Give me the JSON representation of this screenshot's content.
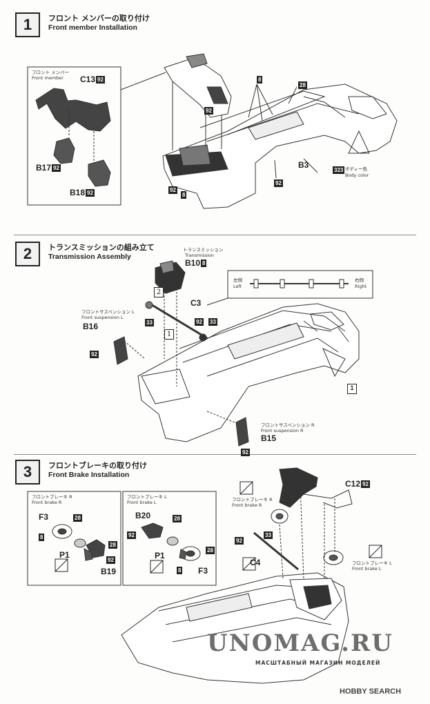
{
  "steps": [
    {
      "number": "1",
      "title_jp": "フロント メンバーの取り付け",
      "title_en": "Front member Installation"
    },
    {
      "number": "2",
      "title_jp": "トランスミッションの組み立て",
      "title_en": "Transmission Assembly"
    },
    {
      "number": "3",
      "title_jp": "フロントブレーキの取り付け",
      "title_en": "Front Brake Installation"
    }
  ],
  "step1": {
    "inset_label_jp": "フロント メンバー",
    "inset_label_en": "Front member",
    "c13": "C13",
    "c13_badge": "92",
    "b17": "B17",
    "b17_badge": "92",
    "b18": "B18",
    "b18_badge": "92",
    "badge_8_top": "8",
    "badge_28": "28",
    "badge_92_mid": "92",
    "b3": "B3",
    "badge_92_right": "92",
    "color_badge": "323",
    "color_jp": "ボディー色",
    "color_en": "Body color",
    "badge_92_left": "92",
    "badge_8_left": "8"
  },
  "step2": {
    "trans_jp": "トランスミッション",
    "trans_en": "Transmission",
    "b10": "B10",
    "b10_badge": "8",
    "box2": "2",
    "box1": "1",
    "c3": "C3",
    "badge_33_left": "33",
    "badge_92": "92",
    "badge_33_right": "33",
    "left_jp": "左側",
    "left_en": "Left",
    "right_jp": "右側",
    "right_en": "Right",
    "susp_l_jp": "フロントサスペンション L",
    "susp_l_en": "Front suspension L",
    "b16": "B16",
    "badge_92_b16": "92",
    "ref_step": "1",
    "susp_r_jp": "フロントサスペンション R",
    "susp_r_en": "Front suspension R",
    "b15": "B15",
    "badge_92_b15": "92"
  },
  "step3": {
    "brake_r_jp": "フロントブレーキ R",
    "brake_r_en": "Front brake R",
    "f3_left": "F3",
    "badge_28_a": "28",
    "badge_8_a": "8",
    "badge_28_b": "28",
    "p1_left": "P1",
    "badge_92_a": "92",
    "b19": "B19",
    "brake_l_jp": "フロントブレーキ L",
    "brake_l_en": "Front brake L",
    "b20": "B20",
    "badge_28_c": "28",
    "badge_92_b": "92",
    "badge_28_d": "28",
    "p1_right": "P1",
    "badge_8_b": "8",
    "f3_right": "F3",
    "brake_r2_jp": "フロントブレーキ R",
    "brake_r2_en": "Front brake R",
    "c12": "C12",
    "c12_badge": "92",
    "badge_92_c4": "92",
    "badge_33_c4": "33",
    "c4": "C4",
    "brake_l2_jp": "フロントブレーキ L",
    "brake_l2_en": "Front brake L"
  },
  "watermark": {
    "main": "UNOMAG.RU",
    "sub": "МАСШТАБНЫЙ МАГАЗИН МОДЕЛЕЙ"
  },
  "footer": {
    "brand": "HOBBY SEARCH"
  }
}
